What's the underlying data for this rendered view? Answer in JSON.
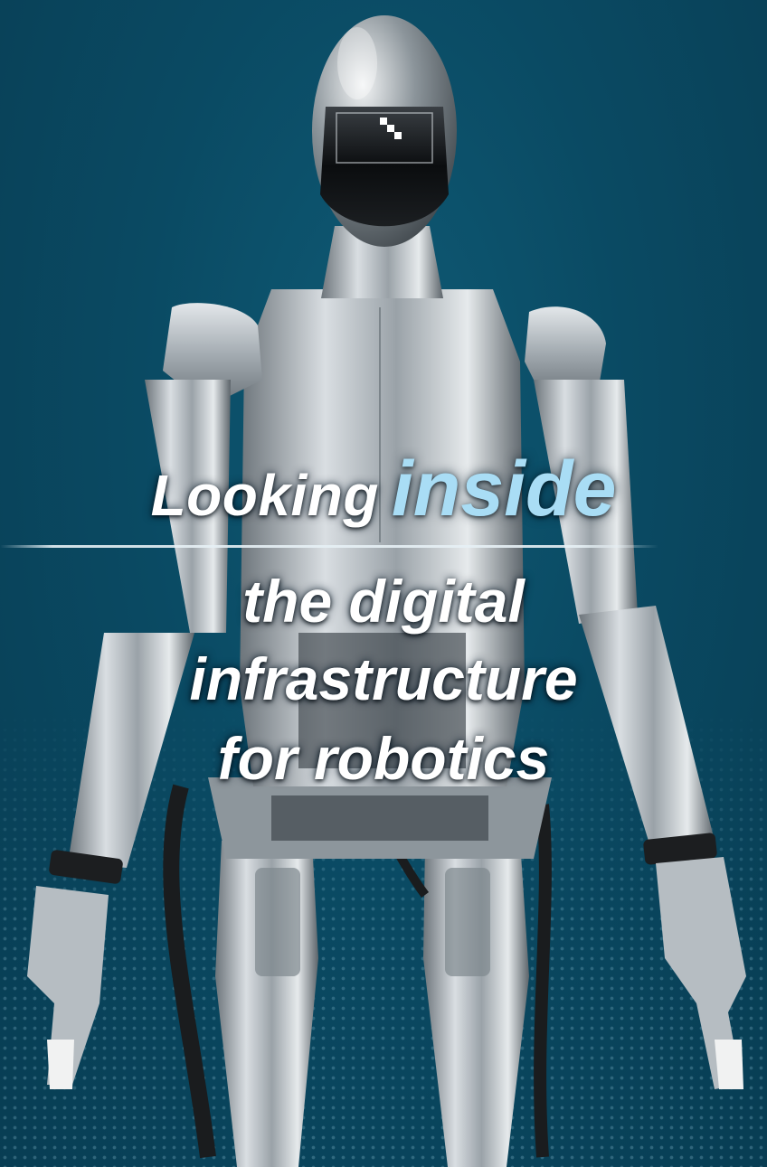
{
  "headline": {
    "word_looking": "Looking",
    "word_inside": "inside",
    "line2": "the digital",
    "line3": "infrastructure",
    "line4": "for robotics"
  },
  "colors": {
    "background": "#0a4a63",
    "accent_inside": "#a9ddf5",
    "text": "#ffffff"
  },
  "image": {
    "subject": "humanoid-robot"
  }
}
